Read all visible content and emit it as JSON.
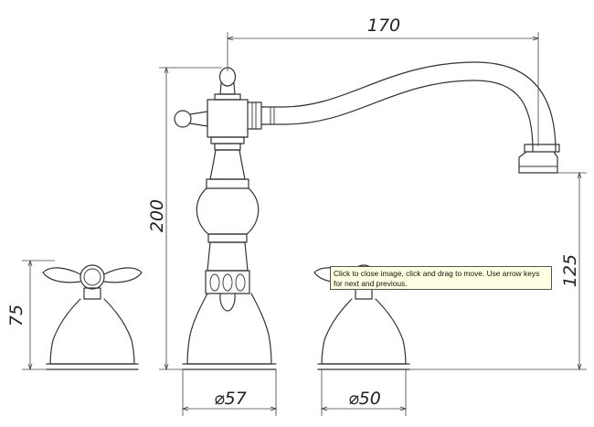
{
  "dimensions": {
    "spout_reach": "170",
    "overall_height": "200",
    "spout_height": "125",
    "handle_height": "75",
    "base_diameter_center": "⌀57",
    "base_diameter_side": "⌀50"
  },
  "tooltip": {
    "text": "Click to close image, click and drag to move. Use arrow keys for next and previous."
  },
  "colors": {
    "line": "#333333",
    "tooltip_background": "#ffffe1"
  }
}
